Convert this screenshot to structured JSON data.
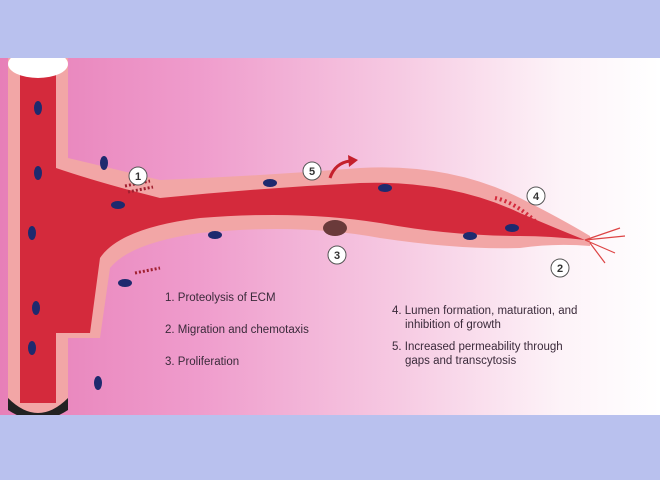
{
  "diagram": {
    "markers": [
      "1",
      "2",
      "3",
      "4",
      "5"
    ],
    "legend": [
      {
        "text": "1. Proteolysis of ECM"
      },
      {
        "text": "2. Migration and chemotaxis"
      },
      {
        "text": "3. Proliferation"
      },
      {
        "text": "4. Lumen formation, maturation, and",
        "text2": "inhibition of growth"
      },
      {
        "text": "5. Increased permeability through",
        "text2": "gaps and transcytosis"
      }
    ],
    "colors": {
      "band": "#b9c1ee",
      "vessel": "#d8283e",
      "cell": "#f0a8a8",
      "nucleus": "#1e2a6e"
    }
  }
}
